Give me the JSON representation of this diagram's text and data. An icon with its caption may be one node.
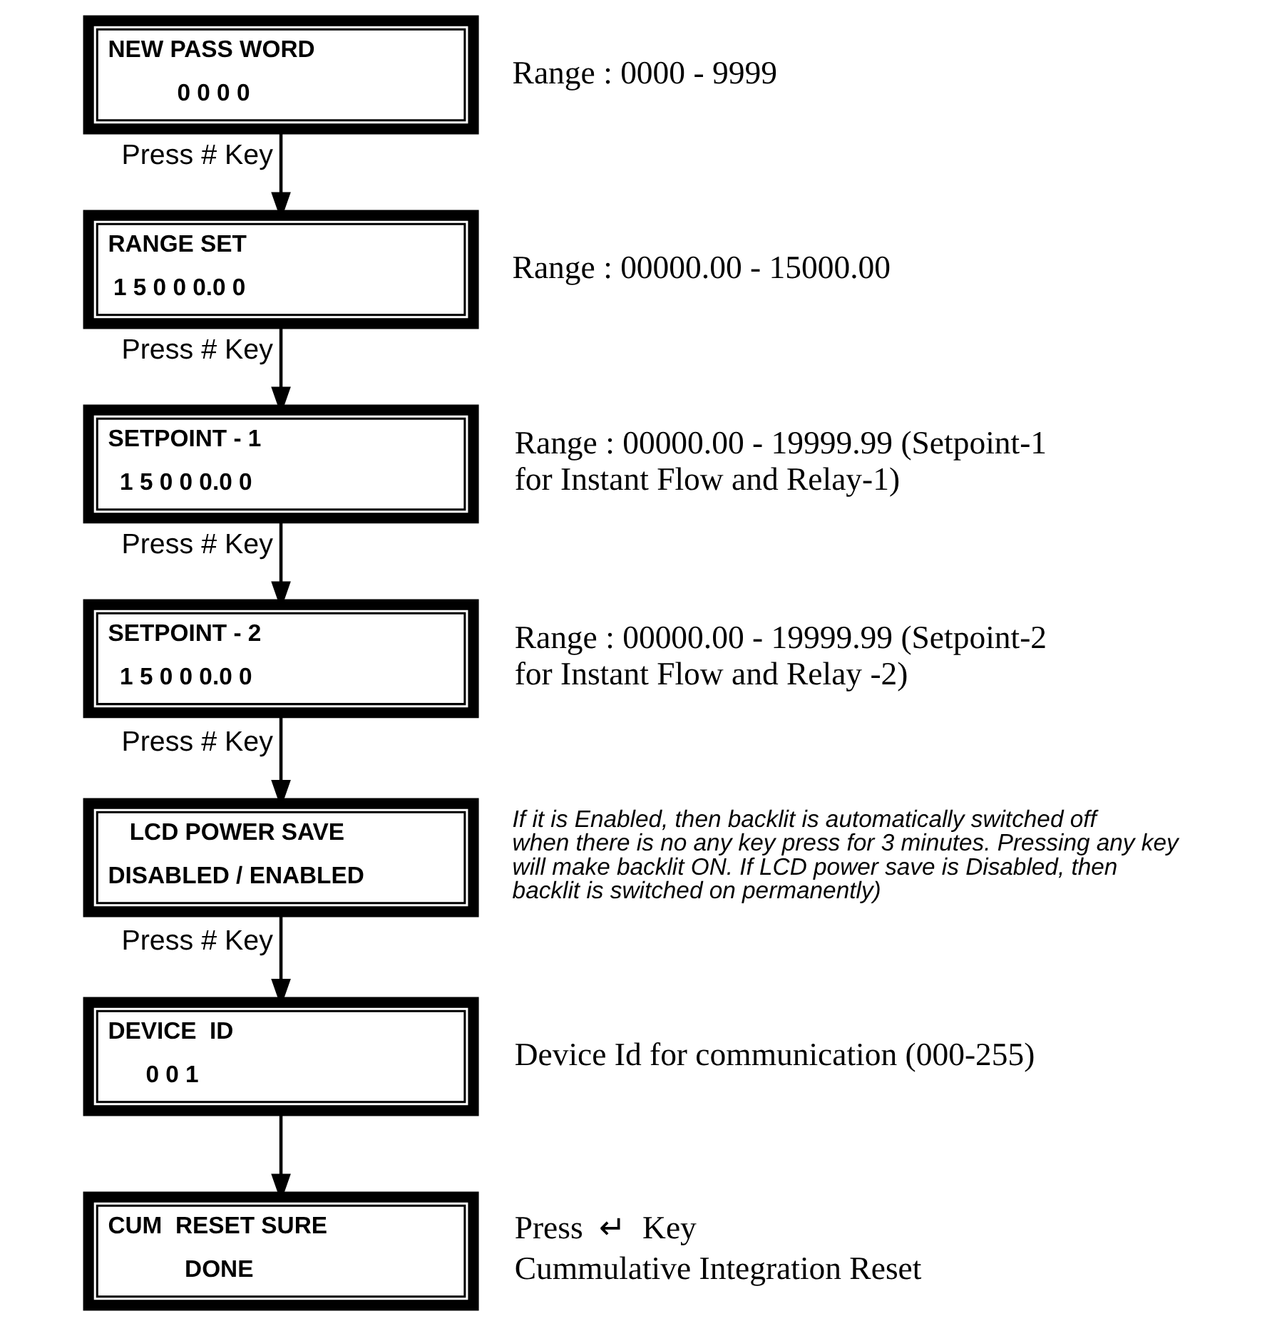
{
  "diagram": {
    "nodes": [
      {
        "text": [
          "NEW PASS WORD",
          "0 0 0 0"
        ],
        "beside": [
          "Range : 0000 - 9999"
        ]
      },
      {
        "text": [
          "RANGE SET",
          "1 5 0 0 0.0 0"
        ],
        "beside": [
          "Range : 00000.00 - 15000.00"
        ]
      },
      {
        "text": [
          "SETPOINT - 1",
          "1 5 0 0 0.0 0"
        ],
        "beside": [
          "Range : 00000.00 - 19999.99 (Setpoint-1 for Instant Flow and Relay-1)"
        ]
      },
      {
        "text": [
          "SETPOINT - 2",
          "1 5 0 0 0.0 0"
        ],
        "beside": [
          "Range : 00000.00 - 19999.99 (Setpoint-2 for Instant Flow and Relay -2)"
        ]
      },
      {
        "text": [
          "LCD POWER SAVE",
          "DISABLED / ENABLED"
        ],
        "beside": [
          "If it is Enabled, then backlit is automatically switched off when there is no any key press for 3 minutes. Pressing any key will make backlit ON. If LCD power save is Disabled, then backlit is switched on permanently)"
        ]
      },
      {
        "text": [
          "DEVICE  ID",
          "0 0 1"
        ],
        "beside": [
          "Device Id for communication (000-255)"
        ]
      },
      {
        "text": [
          "CUM  RESET SURE",
          "DONE"
        ],
        "beside": [
          "Press  ↵  Key",
          "Cummulative Integration Reset"
        ]
      }
    ],
    "edges": [
      {
        "from": 0,
        "to": 1,
        "arrow": "to",
        "label": "Press # Key"
      },
      {
        "from": 1,
        "to": 2,
        "arrow": "to",
        "label": "Press # Key"
      },
      {
        "from": 2,
        "to": 3,
        "arrow": "to",
        "label": "Press # Key"
      },
      {
        "from": 3,
        "to": 4,
        "arrow": "to",
        "label": "Press # Key"
      },
      {
        "from": 4,
        "to": 5,
        "arrow": "to",
        "label": "Press # Key"
      },
      {
        "from": 5,
        "to": 6,
        "arrow": "to"
      }
    ]
  }
}
